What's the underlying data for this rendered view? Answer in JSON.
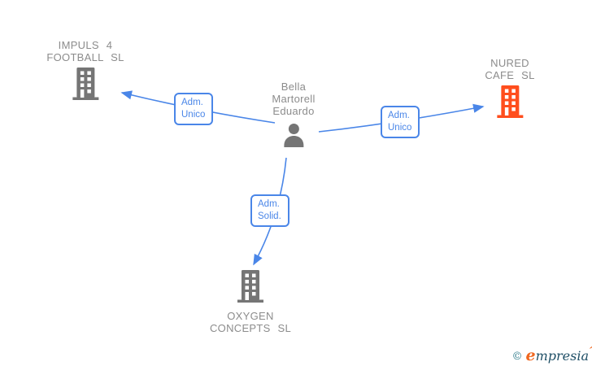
{
  "colors": {
    "edge-blue": "#4a86e8",
    "icon-gray": "#757575",
    "icon-orange": "#ff4e1d",
    "label-gray": "#8c8c8c",
    "wm-teal": "#2e7a8a",
    "wm-orange": "#f0671f",
    "wm-navy": "#1f4f66"
  },
  "nodes": {
    "person": {
      "line1": "Bella",
      "line2": "Martorell",
      "line3": "Eduardo"
    },
    "impuls": {
      "line1": "IMPULS 4",
      "line2": "FOOTBALL SL"
    },
    "nured": {
      "line1": "NURED",
      "line2": "CAFE SL"
    },
    "oxygen": {
      "line1": "OXYGEN",
      "line2": "CONCEPTS SL"
    }
  },
  "edges": {
    "impuls": {
      "line1": "Adm.",
      "line2": "Unico"
    },
    "nured": {
      "line1": "Adm.",
      "line2": "Unico"
    },
    "oxygen": {
      "line1": "Adm.",
      "line2": "Solid."
    }
  },
  "watermark": {
    "copyright": "©",
    "brand_initial": "e",
    "brand_rest": "mpresia"
  }
}
